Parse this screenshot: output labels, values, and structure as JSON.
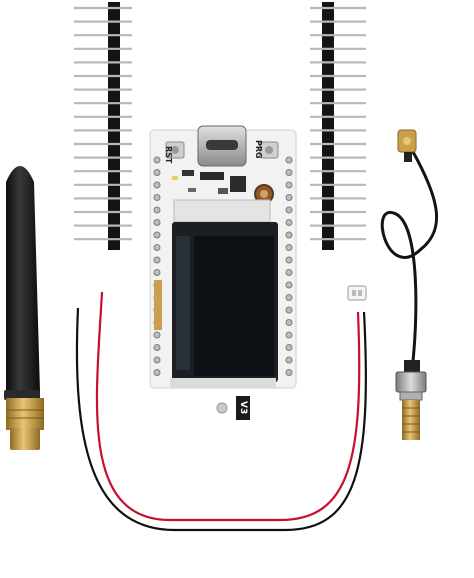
{
  "board": {
    "rst_label": "RST",
    "prg_label": "PRG",
    "version_label": "V3"
  },
  "colors": {
    "pcb": "#f2f2f2",
    "oled_bezel": "#1b1f24",
    "oled_screen": "#0d1014",
    "header_plastic": "#141414",
    "pin": "#b8b8b8",
    "antenna": "#1c1c1c",
    "brass": "#c9a14a",
    "wire_red": "#c8102e",
    "wire_black": "#111111"
  }
}
